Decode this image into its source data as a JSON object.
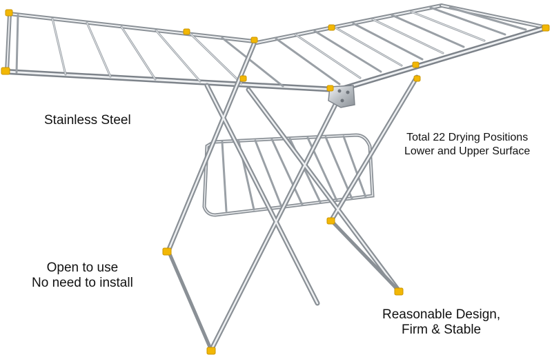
{
  "colors": {
    "steel_light": "#eef0f2",
    "steel_mid": "#b5babf",
    "steel_dark": "#7d838a",
    "end_cap": "#f2b705",
    "background": "#ffffff",
    "text": "#111111"
  },
  "product": {
    "name": "folding-clothes-drying-rack"
  },
  "captions": {
    "material": "Stainless Steel",
    "positions_line1": "Total 22 Drying Positions",
    "positions_line2": "Lower and Upper Surface",
    "install_line1": "Open to use",
    "install_line2": "No need to install",
    "design_line1": "Reasonable Design,",
    "design_line2": "Firm & Stable"
  }
}
